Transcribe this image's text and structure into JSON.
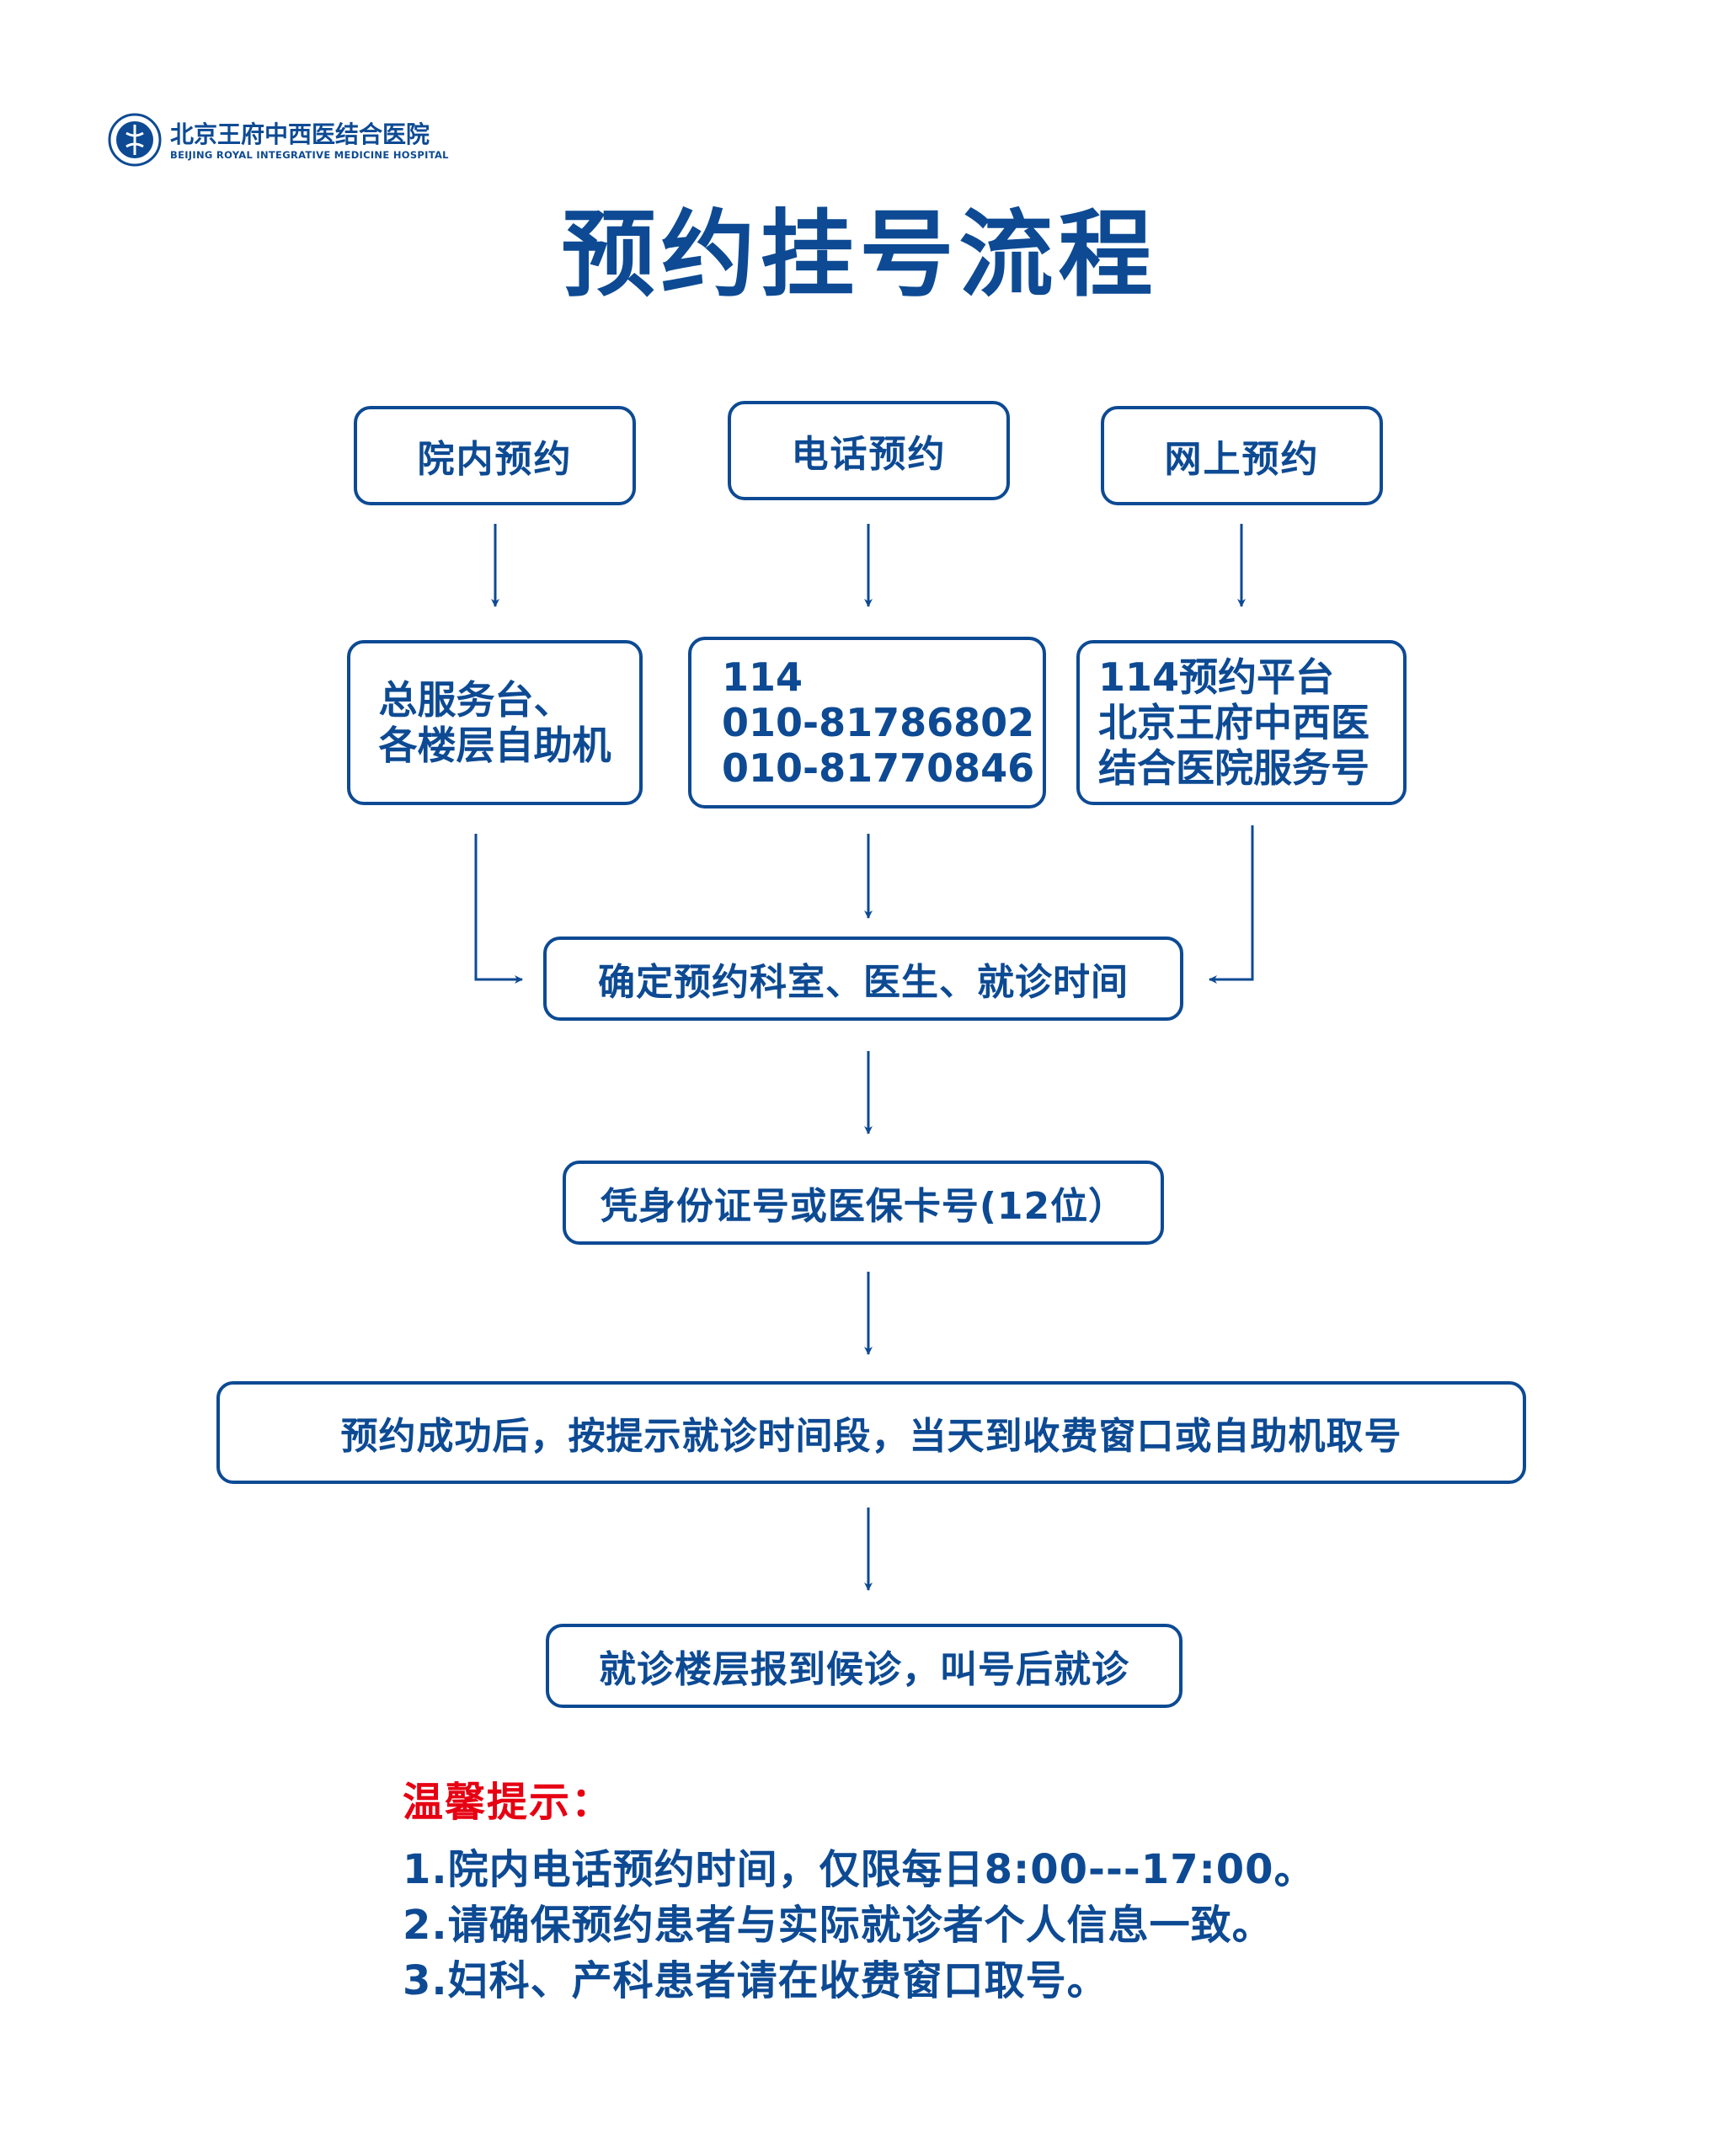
{
  "header": {
    "logo_name_cn": "北京王府中西医结合医院",
    "logo_name_en": "BEIJING ROYAL INTEGRATIVE MEDICINE HOSPITAL"
  },
  "title": "预约挂号流程",
  "channels": [
    {
      "label": "院内预约",
      "details": [
        "总服务台、",
        "各楼层自助机"
      ]
    },
    {
      "label": "电话预约",
      "details": [
        "114",
        "010-81786802",
        "010-81770846"
      ]
    },
    {
      "label": "网上预约",
      "details": [
        "114预约平台",
        "北京王府中西医",
        "结合医院服务号"
      ]
    }
  ],
  "steps": [
    "确定预约科室、医生、就诊时间",
    "凭身份证号或医保卡号(12位）",
    "预约成功后，按提示就诊时间段，当天到收费窗口或自助机取号",
    "就诊楼层报到候诊，叫号后就诊"
  ],
  "tips": {
    "title": "温馨提示：",
    "items": [
      "1.院内电话预约时间，仅限每日8:00---17:00。",
      "2.请确保预约患者与实际就诊者个人信息一致。",
      "3.妇科、产科患者请在收费窗口取号。"
    ]
  },
  "colors": {
    "primary": "#0d4a93",
    "tip_title": "#e60012",
    "background": "#ffffff"
  }
}
